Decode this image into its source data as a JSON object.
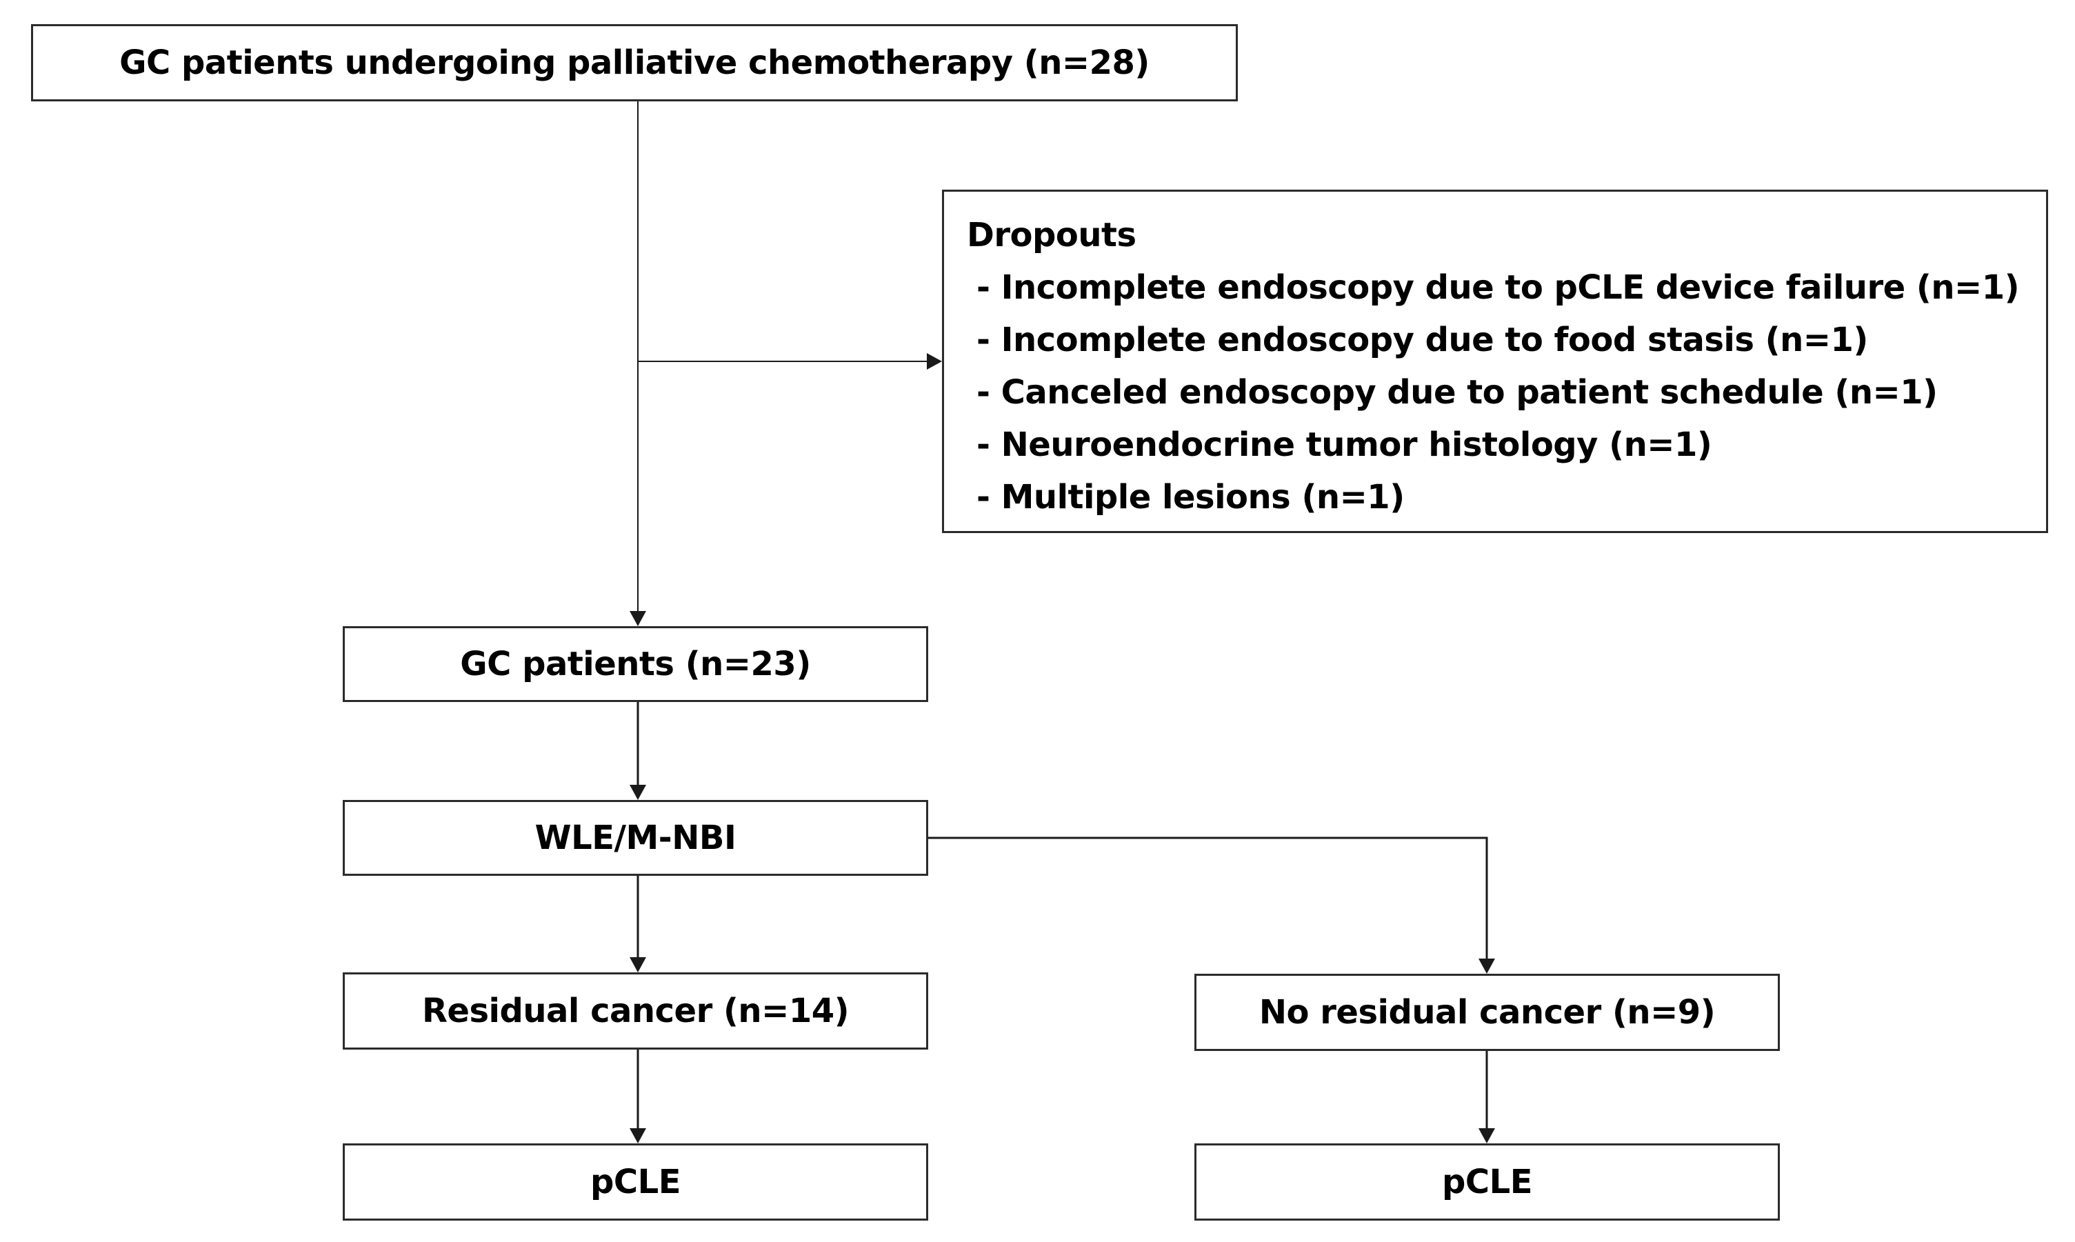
{
  "nodes": {
    "start": "GC patients undergoing palliative chemotherapy (n=28)",
    "dropouts": {
      "title": "Dropouts",
      "items": [
        "- Incomplete endoscopy due to pCLE device failure (n=1)",
        "- Incomplete endoscopy due to food stasis (n=1)",
        "- Canceled endoscopy due to patient schedule (n=1)",
        "- Neuroendocrine tumor histology (n=1)",
        "- Multiple lesions (n=1)"
      ]
    },
    "gc_patients": "GC patients (n=23)",
    "wle_mnbi": "WLE/M-NBI",
    "residual": "Residual cancer (n=14)",
    "no_residual": "No residual cancer (n=9)",
    "pcle_left": "pCLE",
    "pcle_right": "pCLE"
  },
  "colors": {
    "border": "#2b2b2b",
    "line": "#1a1a1a",
    "text": "#000000",
    "background": "#ffffff"
  }
}
